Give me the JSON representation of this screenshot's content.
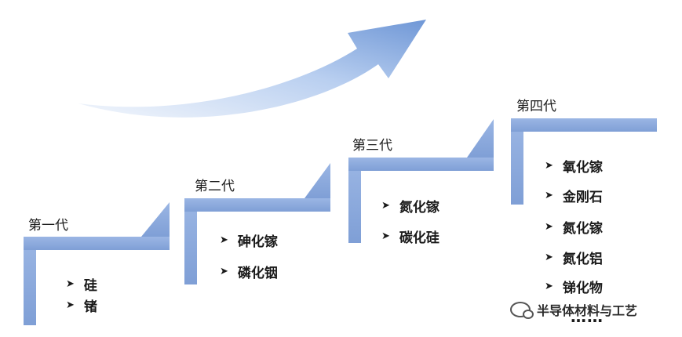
{
  "generations": [
    {
      "label": "第一代",
      "materials": [
        "硅",
        "锗"
      ]
    },
    {
      "label": "第二代",
      "materials": [
        "砷化镓",
        "磷化铟"
      ]
    },
    {
      "label": "第三代",
      "materials": [
        "氮化镓",
        "碳化硅"
      ]
    },
    {
      "label": "第四代",
      "materials": [
        "氧化镓",
        "金刚石",
        "氮化镓",
        "氮化铝",
        "锑化物"
      ]
    }
  ],
  "more": "……",
  "watermark": "半导体材料与工艺",
  "icons": {
    "bullet": "arrowhead-bullet-icon",
    "watermark": "wechat-icon"
  },
  "colors": {
    "step": "#8faedd",
    "arrow": "#7fa5dc",
    "arrow_light": "#dbe8f8"
  }
}
